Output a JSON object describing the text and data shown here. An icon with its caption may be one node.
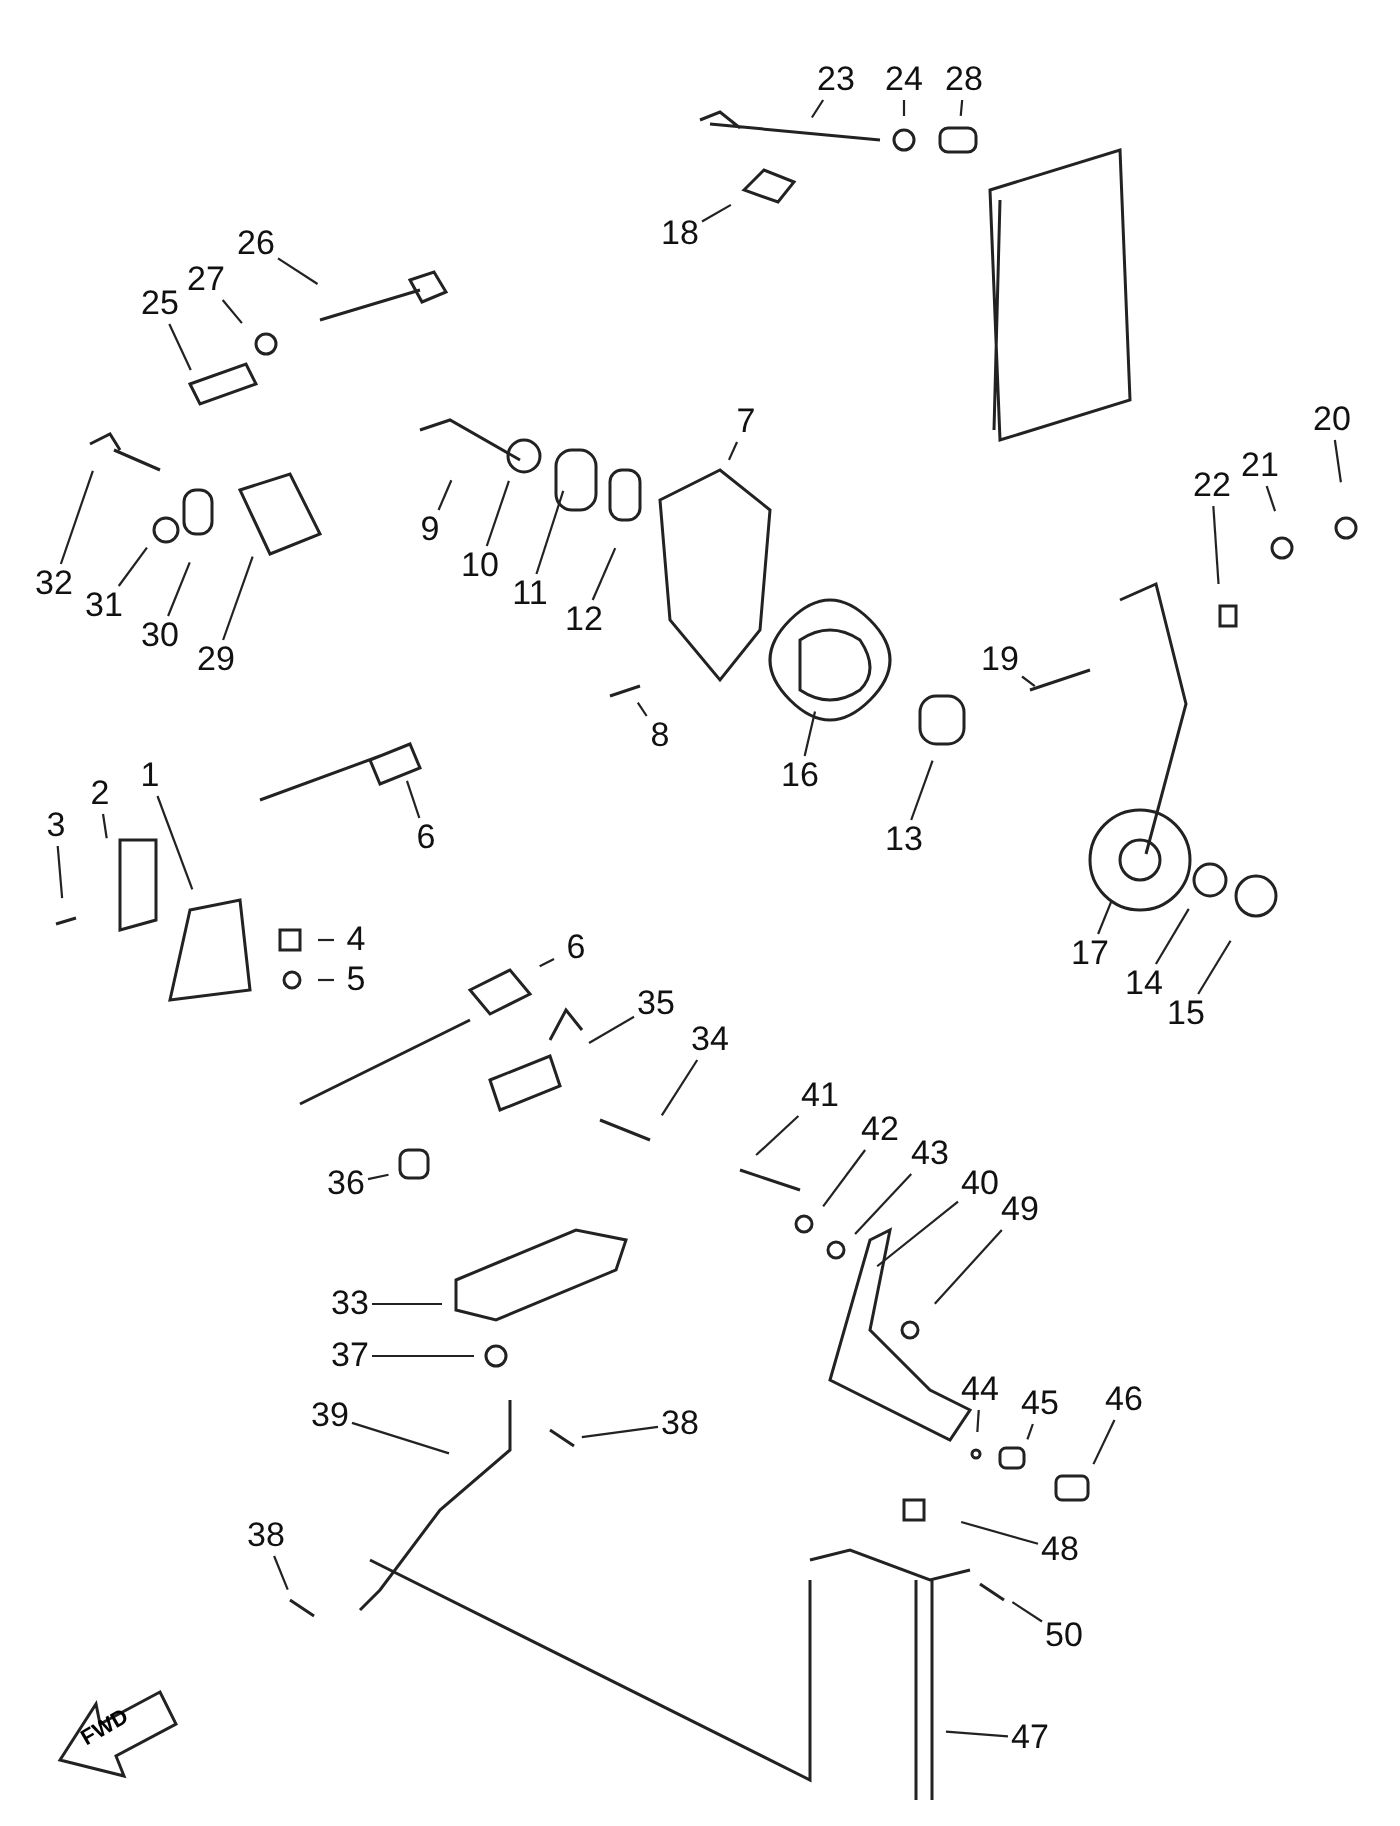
{
  "diagram": {
    "nodes": [
      {
        "text": [
          "23"
        ]
      },
      {
        "text": [
          "24"
        ]
      },
      {
        "text": [
          "28"
        ]
      },
      {
        "text": [
          "18"
        ]
      },
      {
        "text": [
          "26"
        ]
      },
      {
        "text": [
          "27"
        ]
      },
      {
        "text": [
          "25"
        ]
      },
      {
        "text": [
          "7"
        ]
      },
      {
        "text": [
          "9"
        ]
      },
      {
        "text": [
          "10"
        ]
      },
      {
        "text": [
          "11"
        ]
      },
      {
        "text": [
          "12"
        ]
      },
      {
        "text": [
          "32"
        ]
      },
      {
        "text": [
          "31"
        ]
      },
      {
        "text": [
          "30"
        ]
      },
      {
        "text": [
          "29"
        ]
      },
      {
        "text": [
          "22"
        ]
      },
      {
        "text": [
          "21"
        ]
      },
      {
        "text": [
          "20"
        ]
      },
      {
        "text": [
          "19"
        ]
      },
      {
        "text": [
          "8"
        ]
      },
      {
        "text": [
          "16"
        ]
      },
      {
        "text": [
          "13"
        ]
      },
      {
        "text": [
          "6"
        ]
      },
      {
        "text": [
          "1"
        ]
      },
      {
        "text": [
          "2"
        ]
      },
      {
        "text": [
          "3"
        ]
      },
      {
        "text": [
          "4"
        ]
      },
      {
        "text": [
          "5"
        ]
      },
      {
        "text": [
          "17"
        ]
      },
      {
        "text": [
          "14"
        ]
      },
      {
        "text": [
          "15"
        ]
      },
      {
        "text": [
          "6"
        ]
      },
      {
        "text": [
          "35"
        ]
      },
      {
        "text": [
          "34"
        ]
      },
      {
        "text": [
          "36"
        ]
      },
      {
        "text": [
          "41"
        ]
      },
      {
        "text": [
          "42"
        ]
      },
      {
        "text": [
          "43"
        ]
      },
      {
        "text": [
          "40"
        ]
      },
      {
        "text": [
          "49"
        ]
      },
      {
        "text": [
          "33"
        ]
      },
      {
        "text": [
          "37"
        ]
      },
      {
        "text": [
          "39"
        ]
      },
      {
        "text": [
          "38"
        ]
      },
      {
        "text": [
          "44"
        ]
      },
      {
        "text": [
          "45"
        ]
      },
      {
        "text": [
          "46"
        ]
      },
      {
        "text": [
          "38"
        ]
      },
      {
        "text": [
          "48"
        ]
      },
      {
        "text": [
          "50"
        ]
      },
      {
        "text": [
          "47"
        ]
      }
    ],
    "edges": [
      {
        "from": 0,
        "to": null,
        "arrow": "none"
      },
      {
        "from": 1,
        "to": null,
        "arrow": "none"
      },
      {
        "from": 2,
        "to": null,
        "arrow": "none"
      },
      {
        "from": 3,
        "to": null,
        "arrow": "none"
      },
      {
        "from": 4,
        "to": null,
        "arrow": "none"
      },
      {
        "from": 5,
        "to": null,
        "arrow": "none"
      },
      {
        "from": 6,
        "to": null,
        "arrow": "none"
      },
      {
        "from": 7,
        "to": null,
        "arrow": "none"
      },
      {
        "from": 8,
        "to": null,
        "arrow": "none"
      },
      {
        "from": 9,
        "to": null,
        "arrow": "none"
      },
      {
        "from": 10,
        "to": null,
        "arrow": "none"
      },
      {
        "from": 11,
        "to": null,
        "arrow": "none"
      },
      {
        "from": 12,
        "to": null,
        "arrow": "none"
      },
      {
        "from": 13,
        "to": null,
        "arrow": "none"
      },
      {
        "from": 14,
        "to": null,
        "arrow": "none"
      },
      {
        "from": 15,
        "to": null,
        "arrow": "none"
      },
      {
        "from": 16,
        "to": null,
        "arrow": "none"
      },
      {
        "from": 17,
        "to": null,
        "arrow": "none"
      },
      {
        "from": 18,
        "to": null,
        "arrow": "none"
      },
      {
        "from": 19,
        "to": null,
        "arrow": "none"
      },
      {
        "from": 20,
        "to": null,
        "arrow": "none"
      },
      {
        "from": 21,
        "to": null,
        "arrow": "none"
      },
      {
        "from": 22,
        "to": null,
        "arrow": "none"
      },
      {
        "from": 23,
        "to": null,
        "arrow": "none"
      },
      {
        "from": 24,
        "to": null,
        "arrow": "none"
      },
      {
        "from": 25,
        "to": null,
        "arrow": "none"
      },
      {
        "from": 26,
        "to": null,
        "arrow": "none"
      },
      {
        "from": 27,
        "to": null,
        "arrow": "none"
      },
      {
        "from": 28,
        "to": null,
        "arrow": "none"
      },
      {
        "from": 29,
        "to": null,
        "arrow": "none"
      },
      {
        "from": 30,
        "to": null,
        "arrow": "none"
      },
      {
        "from": 31,
        "to": null,
        "arrow": "none"
      },
      {
        "from": 32,
        "to": null,
        "arrow": "none"
      },
      {
        "from": 33,
        "to": null,
        "arrow": "none"
      },
      {
        "from": 34,
        "to": null,
        "arrow": "none"
      },
      {
        "from": 35,
        "to": null,
        "arrow": "none"
      },
      {
        "from": 36,
        "to": null,
        "arrow": "none"
      },
      {
        "from": 37,
        "to": null,
        "arrow": "none"
      },
      {
        "from": 38,
        "to": null,
        "arrow": "none"
      },
      {
        "from": 39,
        "to": null,
        "arrow": "none"
      },
      {
        "from": 40,
        "to": null,
        "arrow": "none"
      },
      {
        "from": 41,
        "to": null,
        "arrow": "none"
      },
      {
        "from": 42,
        "to": null,
        "arrow": "none"
      },
      {
        "from": 43,
        "to": null,
        "arrow": "none"
      },
      {
        "from": 44,
        "to": null,
        "arrow": "none"
      },
      {
        "from": 45,
        "to": null,
        "arrow": "none"
      },
      {
        "from": 46,
        "to": null,
        "arrow": "none"
      },
      {
        "from": 47,
        "to": null,
        "arrow": "none"
      },
      {
        "from": 48,
        "to": null,
        "arrow": "none"
      },
      {
        "from": 49,
        "to": null,
        "arrow": "none"
      },
      {
        "from": 50,
        "to": null,
        "arrow": "none"
      },
      {
        "from": 51,
        "to": null,
        "arrow": "none"
      }
    ],
    "labels": [
      "FWD"
    ]
  }
}
